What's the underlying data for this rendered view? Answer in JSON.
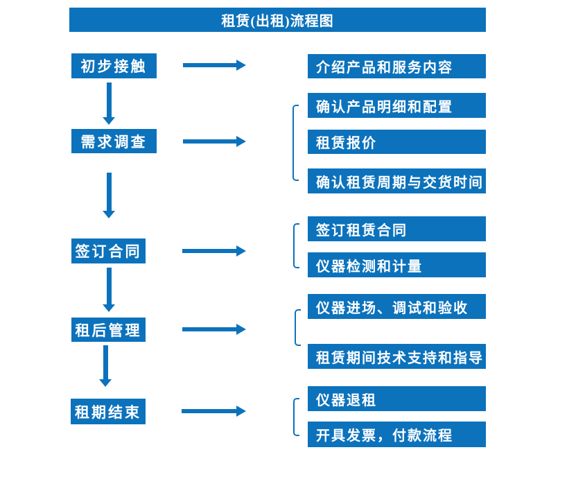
{
  "title": "租赁(出租)流程图",
  "colors": {
    "box_blue": "#0c72bc",
    "text_white": "#ffffff",
    "background": "#ffffff"
  },
  "stages": [
    {
      "label": "初步接触",
      "outputs": [
        "介绍产品和服务内容"
      ]
    },
    {
      "label": "需求调查",
      "outputs": [
        "确认产品明细和配置",
        "租赁报价",
        "确认租赁周期与交货时间"
      ]
    },
    {
      "label": "签订合同",
      "outputs": [
        "签订租赁合同",
        "仪器检测和计量"
      ]
    },
    {
      "label": "租后管理",
      "outputs": [
        "仪器进场、调试和验收",
        "租赁期间技术支持和指导"
      ]
    },
    {
      "label": "租期结束",
      "outputs": [
        "仪器退租",
        "开具发票，付款流程"
      ]
    }
  ]
}
